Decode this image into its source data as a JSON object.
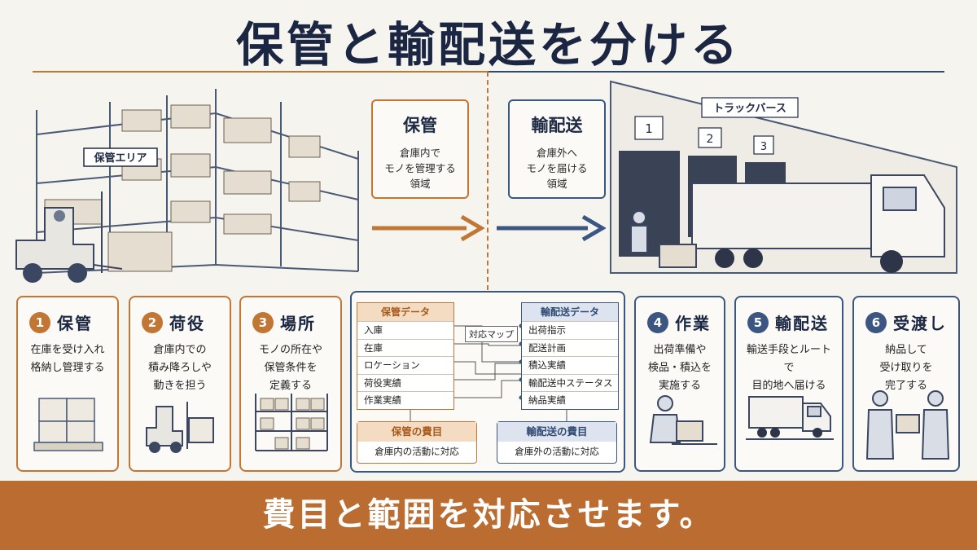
{
  "title": "保管と輸配送を分ける",
  "warehouse_sign": "保管エリア",
  "dock_sign": "トラックバース",
  "dock_numbers": [
    "1",
    "2",
    "3"
  ],
  "storage_concept": {
    "title": "保管",
    "description": [
      "倉庫内で",
      "モノを管理する",
      "領域"
    ]
  },
  "delivery_concept": {
    "title": "輸配送",
    "description": [
      "倉庫外へ",
      "モノを届ける",
      "領域"
    ]
  },
  "cards": [
    {
      "num": "1",
      "label": "保管",
      "description": [
        "在庫を受け入れ",
        "格納し管理する"
      ]
    },
    {
      "num": "2",
      "label": "荷役",
      "description": [
        "倉庫内での",
        "積み降ろしや",
        "動きを担う"
      ]
    },
    {
      "num": "3",
      "label": "場所",
      "description": [
        "モノの所在や",
        "保管条件を",
        "定義する"
      ]
    },
    {
      "num": "4",
      "label": "作業",
      "description": [
        "出荷準備や",
        "検品・積込を",
        "実施する"
      ]
    },
    {
      "num": "5",
      "label": "輸配送",
      "description": [
        "輸送手段とルートで",
        "目的地へ届ける"
      ]
    },
    {
      "num": "6",
      "label": "受渡し",
      "description": [
        "納品して",
        "受け取りを",
        "完了する"
      ]
    }
  ],
  "mapping": {
    "storage_table": {
      "title": "保管データ",
      "rows": [
        "入庫",
        "在庫",
        "ロケーション",
        "荷役実績",
        "作業実績"
      ]
    },
    "delivery_table": {
      "title": "輸配送データ",
      "rows": [
        "出荷指示",
        "配送計画",
        "積込実績",
        "輸配送中ステータス",
        "納品実績"
      ]
    },
    "map_label": "対応マップ",
    "storage_cost": {
      "title": "保管の費目",
      "description": "倉庫内の活動に対応"
    },
    "delivery_cost": {
      "title": "輸配送の費目",
      "description": "倉庫外の活動に対応"
    }
  },
  "footer": "費目と範囲を対応させます。",
  "colors": {
    "storage": "#c27634",
    "delivery": "#3b5680",
    "footer": "#bb6d31"
  }
}
